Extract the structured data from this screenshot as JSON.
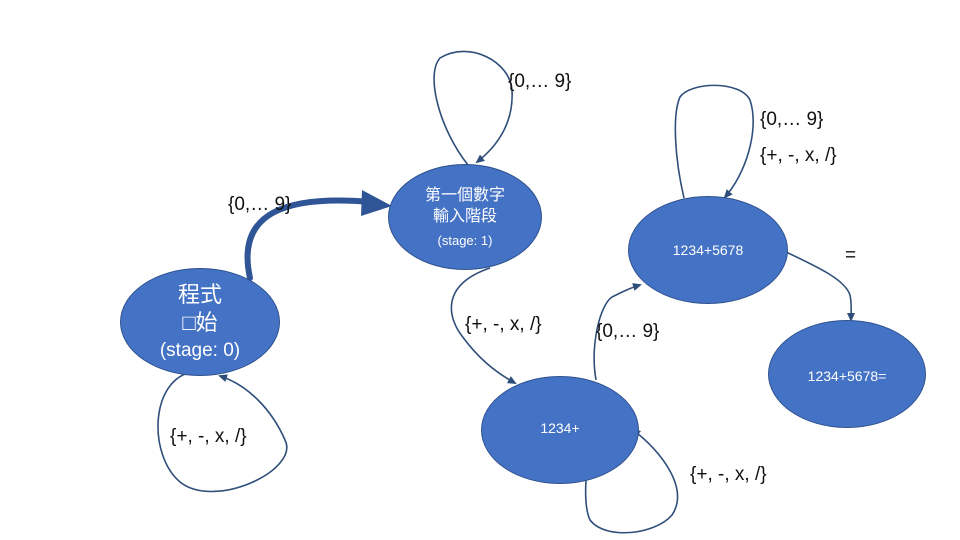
{
  "colors": {
    "node_fill": "#4472c4",
    "node_stroke": "#2f528f",
    "edge": "#2f4f7a",
    "thick_edge": "#2f5597",
    "label_text": "#111111",
    "node_text": "#ffffff"
  },
  "nodes": {
    "start": {
      "line1": "程式",
      "line2": "□始",
      "stage": "(stage: 0)"
    },
    "first": {
      "line1": "第一個數字",
      "line2": "輸入階段",
      "stage": "(stage: 1)"
    },
    "op": {
      "text": "1234+"
    },
    "second": {
      "text": "1234+5678"
    },
    "result": {
      "text": "1234+5678="
    }
  },
  "edges": {
    "start_to_first": "{0,… 9}",
    "start_self": "{+, -, x, /}",
    "first_self": "{0,… 9}",
    "first_to_op": "{+, -, x, /}",
    "op_to_second": "{0,… 9}",
    "op_self": "{+, -, x, /}",
    "second_self_digits": "{0,… 9}",
    "second_self_ops": "{+, -, x, /}",
    "second_to_result": "="
  }
}
